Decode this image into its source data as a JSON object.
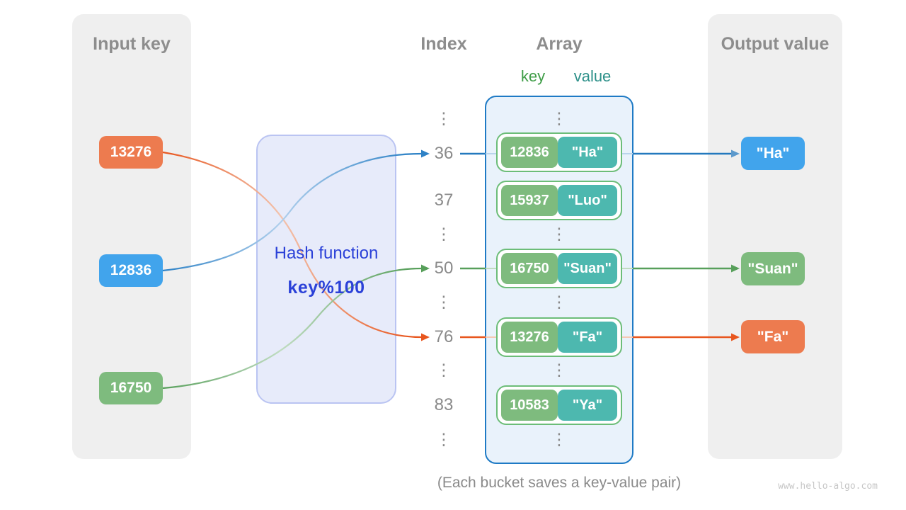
{
  "panels": {
    "input": {
      "title": "Input key"
    },
    "output": {
      "title": "Output value"
    }
  },
  "hash": {
    "title": "Hash function",
    "formula": "key%100"
  },
  "columns": {
    "index": "Index",
    "array": "Array",
    "key": "key",
    "value": "value"
  },
  "ellipsis": "⋮",
  "input_keys": [
    {
      "label": "13276",
      "color": "#ED7B4F"
    },
    {
      "label": "12836",
      "color": "#41A4EC"
    },
    {
      "label": "16750",
      "color": "#7EBB7E"
    }
  ],
  "index_rows": [
    "36",
    "37",
    "50",
    "76",
    "83"
  ],
  "buckets": [
    {
      "key": "12836",
      "value": "\"Ha\""
    },
    {
      "key": "15937",
      "value": "\"Luo\""
    },
    {
      "key": "16750",
      "value": "\"Suan\""
    },
    {
      "key": "13276",
      "value": "\"Fa\""
    },
    {
      "key": "10583",
      "value": "\"Ya\""
    }
  ],
  "outputs": [
    {
      "label": "\"Ha\"",
      "color": "#41A4EC"
    },
    {
      "label": "\"Suan\"",
      "color": "#7EBB7E"
    },
    {
      "label": "\"Fa\"",
      "color": "#ED7B4F"
    }
  ],
  "caption": "(Each bucket saves a key-value pair)",
  "watermark": "www.hello-algo.com",
  "colors": {
    "panel_bg": "#EFEFEF",
    "hash_box_bg": "#E7EBFA",
    "hash_box_border": "#BAC4F2",
    "hash_text": "#2B41D8",
    "array_box_bg": "#E9F2FB",
    "array_box_border": "#1E7AC5",
    "bucket_border": "#6CBD78",
    "key_badge": "#7EBB7E",
    "value_badge": "#4DB8AF",
    "arrow_blue": "#2E82C6",
    "arrow_green": "#579F5A",
    "arrow_orange": "#E8561E",
    "heading_gray": "#8D8D8D"
  }
}
